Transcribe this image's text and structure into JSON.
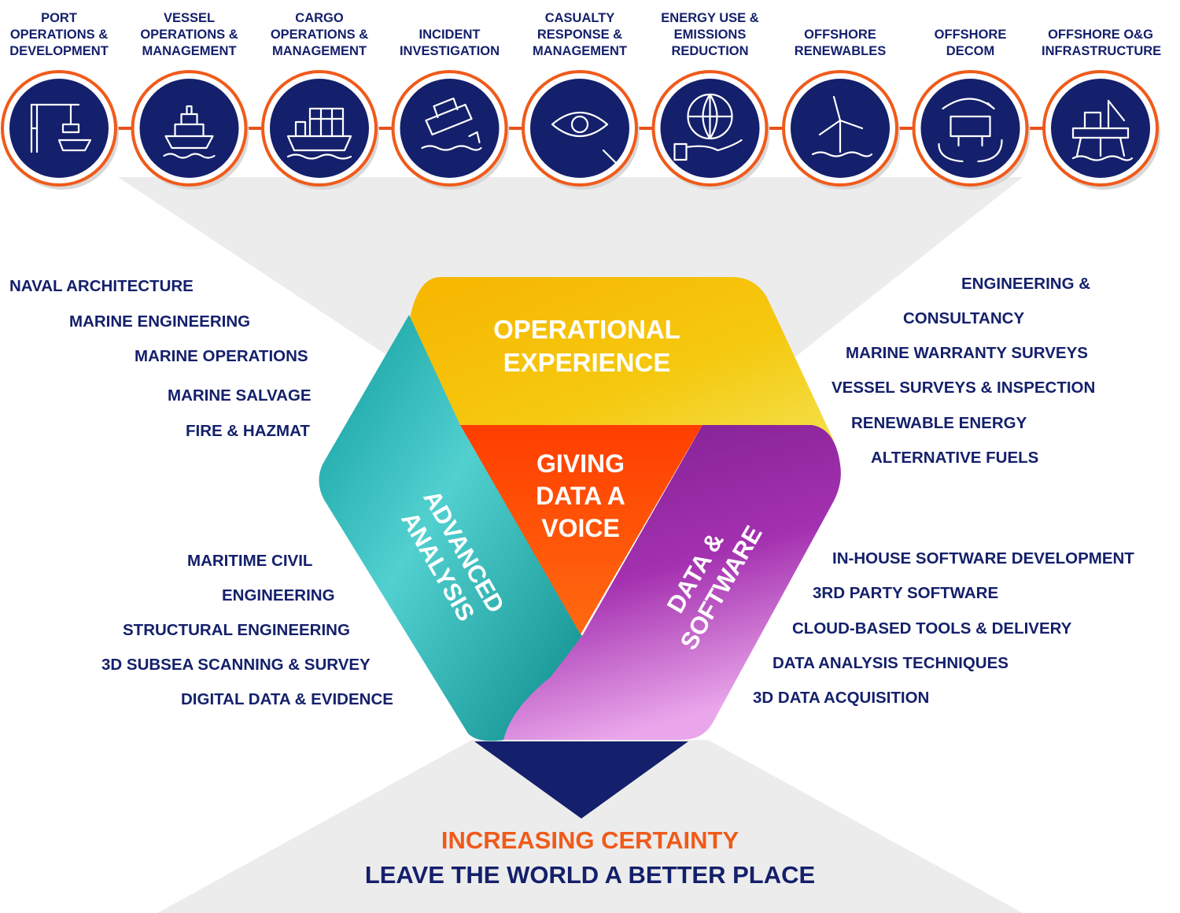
{
  "sectors": [
    {
      "label": "PORT\nOPERATIONS &\nDEVELOPMENT",
      "icon": "crane-ship-icon"
    },
    {
      "label": "VESSEL\nOPERATIONS &\nMANAGEMENT",
      "icon": "ship-icon"
    },
    {
      "label": "CARGO\nOPERATIONS &\nMANAGEMENT",
      "icon": "cargo-ship-icon"
    },
    {
      "label": "INCIDENT\nINVESTIGATION",
      "icon": "sinking-ship-icon"
    },
    {
      "label": "CASUALTY\nRESPONSE &\nMANAGEMENT",
      "icon": "magnifier-eye-icon"
    },
    {
      "label": "ENERGY USE &\nEMISSIONS\nREDUCTION",
      "icon": "globe-hand-icon"
    },
    {
      "label": "OFFSHORE\nRENEWABLES",
      "icon": "wind-turbine-icon"
    },
    {
      "label": "OFFSHORE\nDECOM",
      "icon": "recycle-platform-icon"
    },
    {
      "label": "OFFSHORE O&G\nINFRASTRUCTURE",
      "icon": "oil-platform-icon"
    }
  ],
  "hub": {
    "top": {
      "line1": "OPERATIONAL",
      "line2": "EXPERIENCE"
    },
    "left": {
      "line1": "ADVANCED",
      "line2": "ANALYSIS"
    },
    "right": {
      "line1": "DATA &",
      "line2": "SOFTWARE"
    },
    "center": {
      "line1": "GIVING",
      "line2": "DATA A",
      "line3": "VOICE"
    }
  },
  "services": {
    "left_top": [
      "NAVAL ARCHITECTURE",
      "MARINE ENGINEERING",
      "MARINE OPERATIONS",
      "MARINE SALVAGE",
      "FIRE & HAZMAT"
    ],
    "left_bottom": [
      "MARITIME CIVIL",
      "ENGINEERING",
      "STRUCTURAL ENGINEERING",
      "3D SUBSEA SCANNING & SURVEY",
      "DIGITAL DATA & EVIDENCE"
    ],
    "right_top": [
      "ENGINEERING &",
      "CONSULTANCY",
      "MARINE WARRANTY SURVEYS",
      "VESSEL SURVEYS & INSPECTION",
      "RENEWABLE ENERGY",
      "ALTERNATIVE FUELS"
    ],
    "right_bottom": [
      "IN-HOUSE SOFTWARE DEVELOPMENT",
      "3RD PARTY SOFTWARE",
      "CLOUD-BASED TOOLS & DELIVERY",
      "DATA ANALYSIS TECHNIQUES",
      "3D DATA ACQUISITION"
    ]
  },
  "tagline": {
    "line1": "INCREASING CERTAINTY",
    "line2": "LEAVE THE WORLD A BETTER PLACE"
  },
  "colors": {
    "navy": "#14206b",
    "orange": "#f05a1a",
    "yellow": "#f5c20e",
    "teal": "#13a3a3",
    "purple": "#8d2a9c",
    "center": "#ff4c05",
    "grey": "#ececec"
  }
}
